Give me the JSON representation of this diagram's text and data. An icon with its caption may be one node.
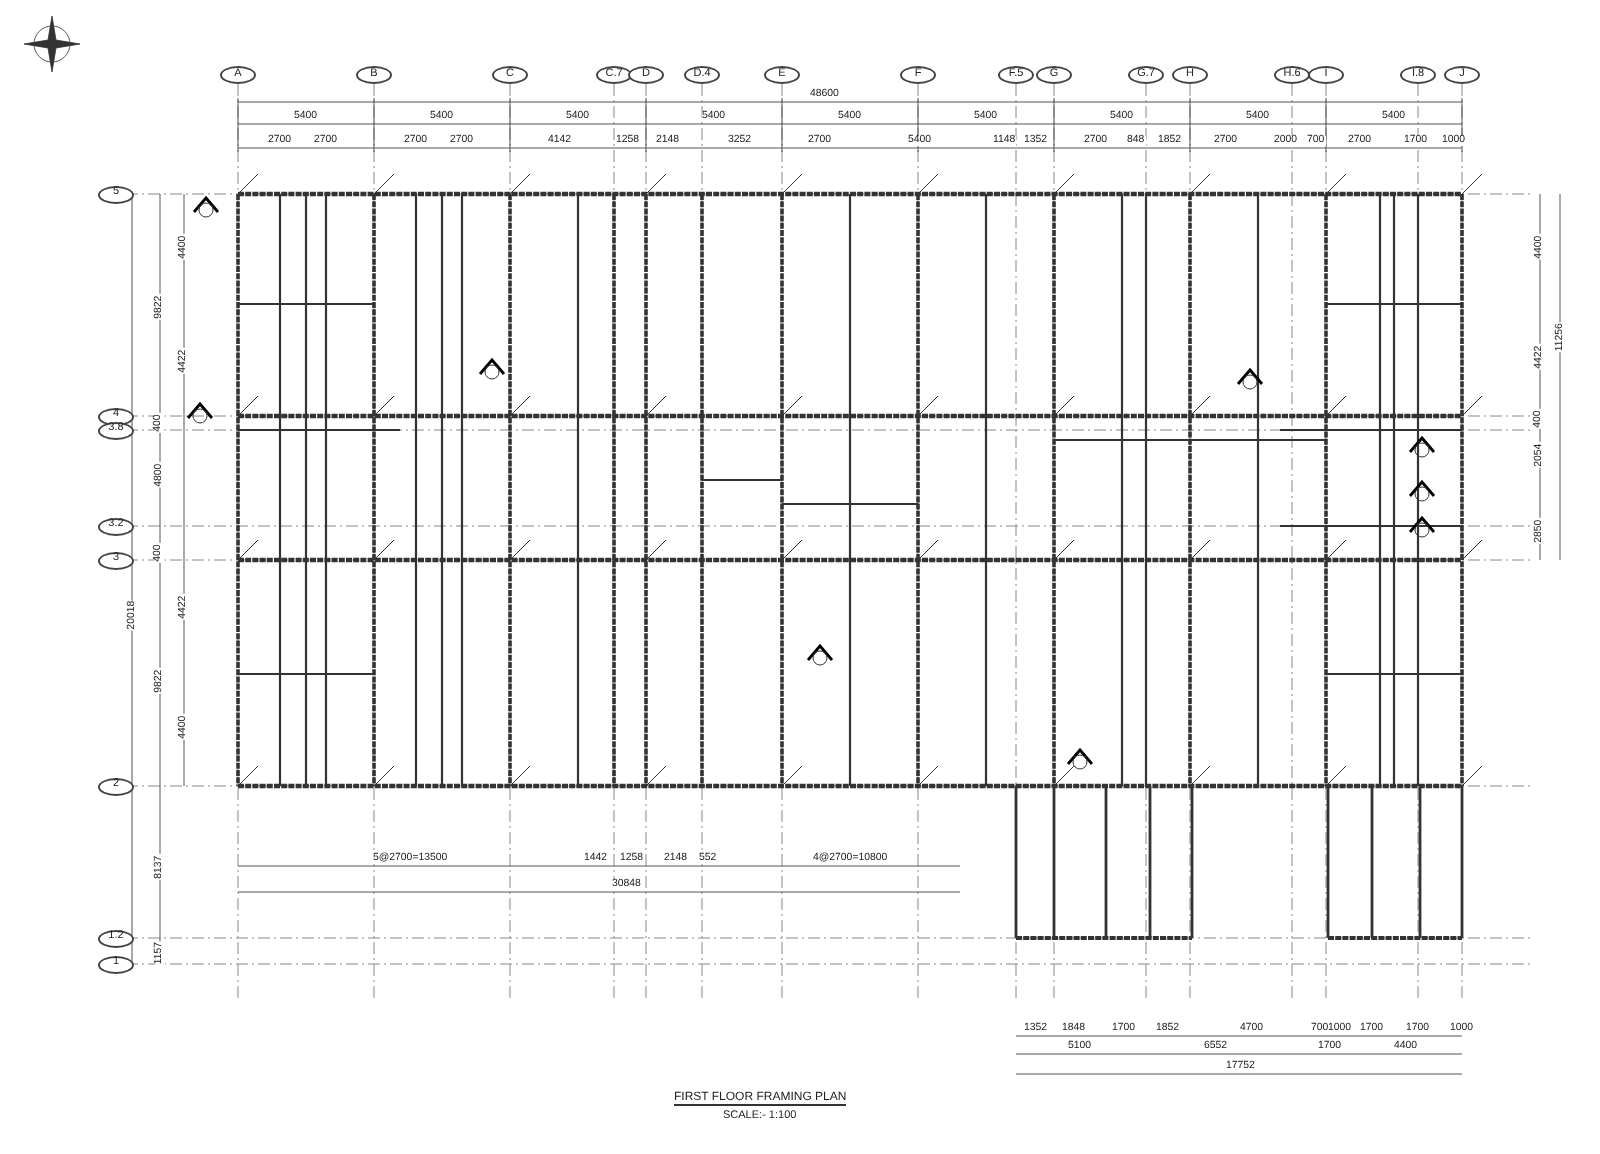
{
  "diagram": {
    "title": "FIRST FLOOR FRAMING PLAN",
    "caption": "SCALE:- 1:100",
    "nodes": [
      {
        "text": [
          "A"
        ]
      },
      {
        "text": [
          "B"
        ]
      },
      {
        "text": [
          "C"
        ]
      },
      {
        "text": [
          "C.7"
        ]
      },
      {
        "text": [
          "D"
        ]
      },
      {
        "text": [
          "D.4"
        ]
      },
      {
        "text": [
          "E"
        ]
      },
      {
        "text": [
          "F"
        ]
      },
      {
        "text": [
          "F.5"
        ]
      },
      {
        "text": [
          "G"
        ]
      },
      {
        "text": [
          "G.7"
        ]
      },
      {
        "text": [
          "H"
        ]
      },
      {
        "text": [
          "H.6"
        ]
      },
      {
        "text": [
          "I"
        ]
      },
      {
        "text": [
          "I.8"
        ]
      },
      {
        "text": [
          "J"
        ]
      },
      {
        "text": [
          "5"
        ]
      },
      {
        "text": [
          "4"
        ]
      },
      {
        "text": [
          "3.8"
        ]
      },
      {
        "text": [
          "3.2"
        ]
      },
      {
        "text": [
          "3"
        ]
      },
      {
        "text": [
          "2"
        ]
      },
      {
        "text": [
          "1.2"
        ]
      },
      {
        "text": [
          "1"
        ]
      }
    ],
    "edges": [],
    "labels": [
      "48600",
      "5400",
      "5400",
      "5400",
      "5400",
      "5400",
      "5400",
      "5400",
      "5400",
      "5400",
      "2700",
      "2700",
      "2700",
      "2700",
      "4142",
      "1258",
      "2148",
      "3252",
      "2700",
      "5400",
      "1148",
      "1352",
      "2700",
      "848",
      "1852",
      "2700",
      "2000",
      "700",
      "2700",
      "1700",
      "1000",
      "4400",
      "9822",
      "4422",
      "400",
      "4800",
      "20018",
      "400",
      "4422",
      "9822",
      "4400",
      "8137",
      "1157",
      "4400",
      "11256",
      "4422",
      "400",
      "2054",
      "2850",
      "5@2700=13500",
      "1442",
      "1258",
      "2148",
      "552",
      "4@2700=10800",
      "30848",
      "1352",
      "1848",
      "1700",
      "1852",
      "4700",
      "700",
      "1000",
      "1700",
      "1700",
      "1000",
      "5100",
      "6552",
      "1700",
      "4400",
      "17752"
    ]
  }
}
